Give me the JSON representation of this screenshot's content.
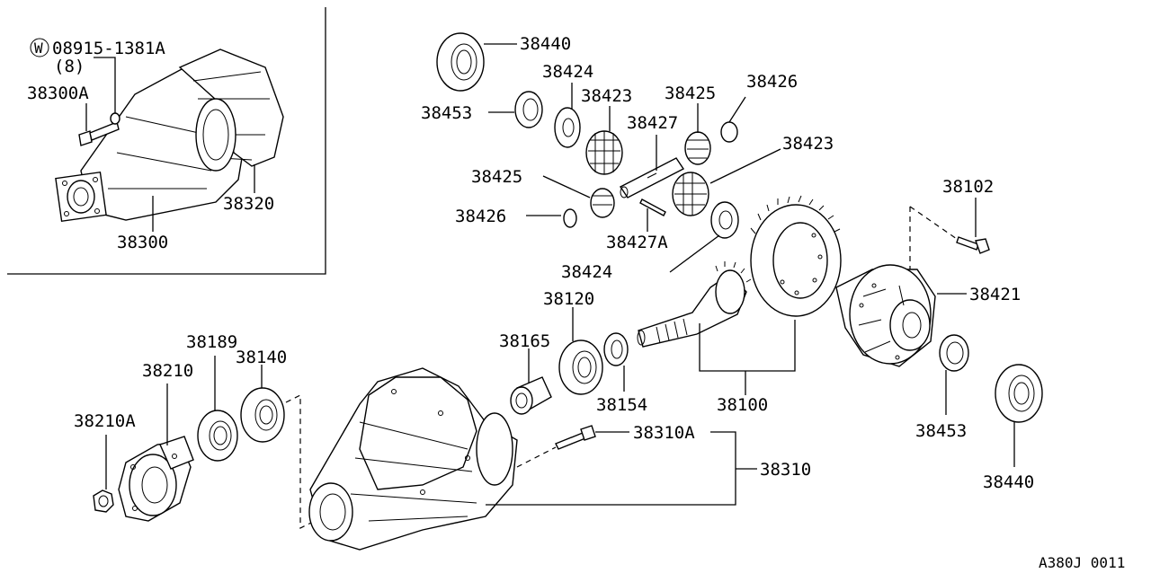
{
  "diagram": {
    "code": "A380J 0011",
    "inset_labels": {
      "washer_symbol": "W",
      "washer_part": "08915-1381A",
      "washer_qty": "(8)",
      "bolt": "38300A",
      "gasket": "38320",
      "carrier_assy": "38300"
    },
    "labels": {
      "bearing_top": "38440",
      "thrust_washer_top": "38424",
      "seal_top": "38453",
      "side_gear_top": "38423",
      "pinion_mate_top": "38425",
      "mate_washer_top": "38426",
      "pinion_shaft": "38427",
      "side_gear_right": "38423",
      "pinion_mate_left": "38425",
      "mate_washer_left": "38426",
      "lock_pin": "38427A",
      "thrust_washer_lower": "38424",
      "ring_bolt": "38102",
      "diff_case": "38421",
      "bearing_pinion": "38120",
      "collapsible_spacer": "38165",
      "shim": "38154",
      "gear_set": "38100",
      "seal_right": "38453",
      "bearing_right": "38440",
      "oil_seal": "38189",
      "companion_flange": "38210",
      "front_bearing": "38140",
      "nut": "38210A",
      "carrier_bolt": "38310A",
      "carrier": "38310"
    }
  }
}
